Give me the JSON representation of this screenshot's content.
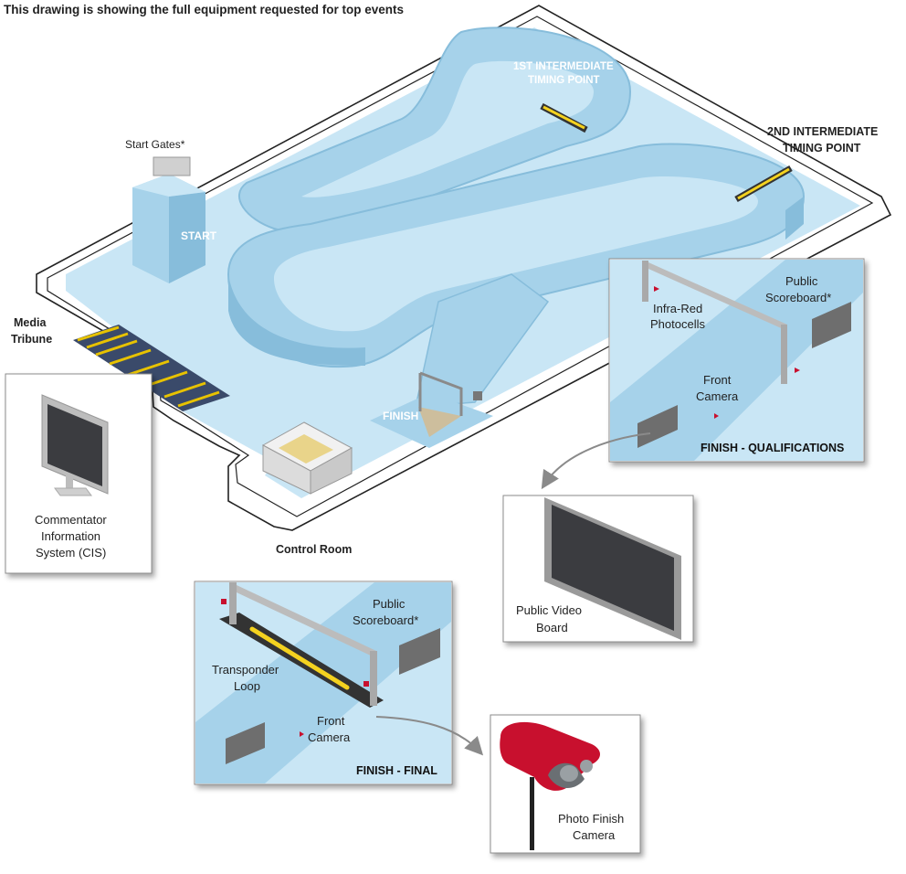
{
  "header": {
    "title": "This drawing is showing the full equipment requested for top events"
  },
  "course": {
    "start_label": "START",
    "start_gates": "Start Gates*",
    "finish_label": "FINISH",
    "inter1": [
      "1ST INTERMEDIATE",
      "TIMING POINT"
    ],
    "inter2": [
      "2ND INTERMEDIATE",
      "TIMING POINT"
    ],
    "media": [
      "Media",
      "Tribune"
    ],
    "control_room": "Control Room"
  },
  "cis_panel": {
    "label": [
      "Commentator",
      "Information",
      "System (CIS)"
    ]
  },
  "qual_panel": {
    "title": "FINISH - QUALIFICATIONS",
    "photocells": [
      "Infra-Red",
      "Photocells"
    ],
    "scoreboard": [
      "Public",
      "Scoreboard*"
    ],
    "camera": [
      "Front",
      "Camera"
    ]
  },
  "video_panel": {
    "label": [
      "Public Video",
      "Board"
    ]
  },
  "final_panel": {
    "title": "FINISH - FINAL",
    "scoreboard": [
      "Public",
      "Scoreboard*"
    ],
    "loop": [
      "Transponder",
      "Loop"
    ],
    "camera": [
      "Front",
      "Camera"
    ]
  },
  "photo_panel": {
    "label": [
      "Photo Finish",
      "Camera"
    ]
  },
  "colors": {
    "ice": "#c9e6f5",
    "track": "#a6d2ea",
    "track_side": "#87bddb",
    "accent_red": "#c8102e",
    "loop_yellow": "#f4d21f"
  }
}
